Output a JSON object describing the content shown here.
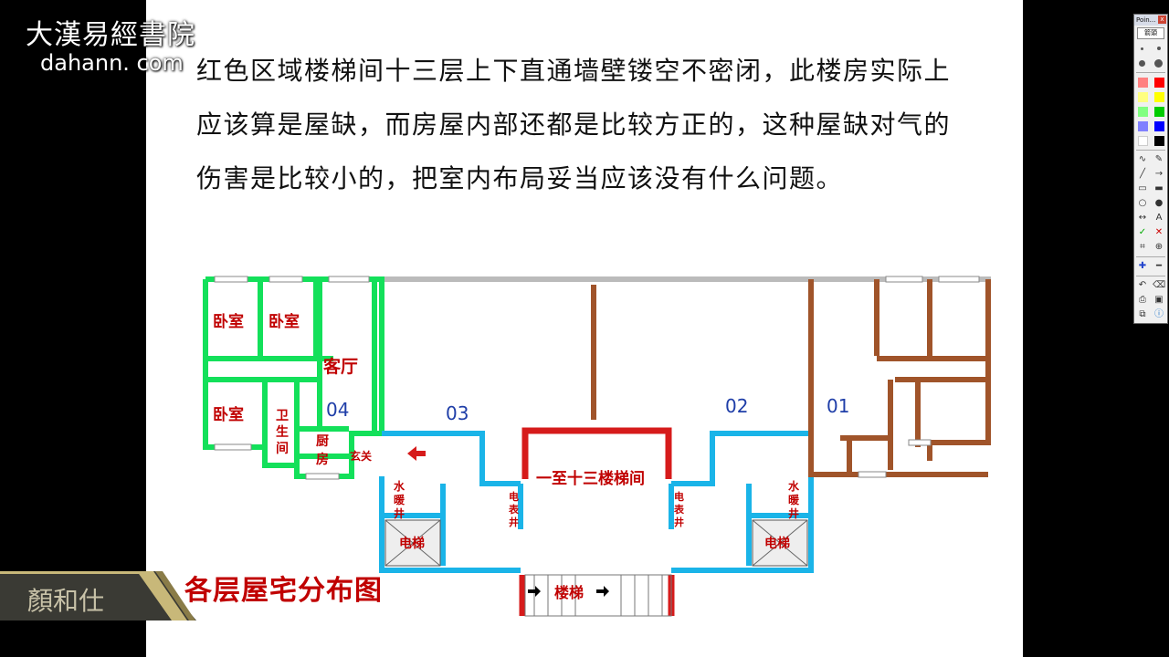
{
  "logo": {
    "cn": "大漢易經書院",
    "url": "dahann. com"
  },
  "body_text": "红色区域楼梯间十三层上下直通墙壁镂空不密闭，此楼房实际上应该算是屋缺，而房屋内部还都是比较方正的，这种屋缺对气的伤害是比较小的，把室内布局妥当应该没有什么问题。",
  "plan": {
    "labels": {
      "bedroom": "卧室",
      "living": "客厅",
      "bath": [
        "卫",
        "生",
        "间"
      ],
      "kitchen": [
        "厨",
        "房"
      ],
      "foyer": "玄关",
      "water": [
        "水",
        "暖",
        "井"
      ],
      "meter": [
        "电",
        "表",
        "井"
      ],
      "elevator": "电梯",
      "stair_hall": "一至十三楼梯间",
      "stairs": "楼梯"
    },
    "units": [
      "01",
      "02",
      "03",
      "04"
    ]
  },
  "caption": "各层屋宅分布图",
  "banner_text": "顏和仕",
  "toolbar": {
    "title": "Poin...",
    "close": "x",
    "mode_label": "箭頭",
    "colors": [
      "#ff8080",
      "#ff0000",
      "#ffff80",
      "#ffff00",
      "#80ff80",
      "#00cc00",
      "#8080ff",
      "#0000ff",
      "#ffffff",
      "#000000"
    ],
    "text_tool": "A",
    "icons": [
      "pen-icon",
      "highlighter-icon",
      "line-icon",
      "arrow-icon",
      "rectangle-icon",
      "filled-rectangle-icon",
      "ellipse-icon",
      "filled-ellipse-icon",
      "double-arrow-icon",
      "text-icon",
      "check-icon",
      "cross-icon",
      "crop-icon",
      "zoom-icon",
      "plus-icon",
      "minus-icon",
      "undo-icon",
      "trash-icon",
      "print-icon",
      "save-icon",
      "copy-icon",
      "info-icon"
    ]
  }
}
